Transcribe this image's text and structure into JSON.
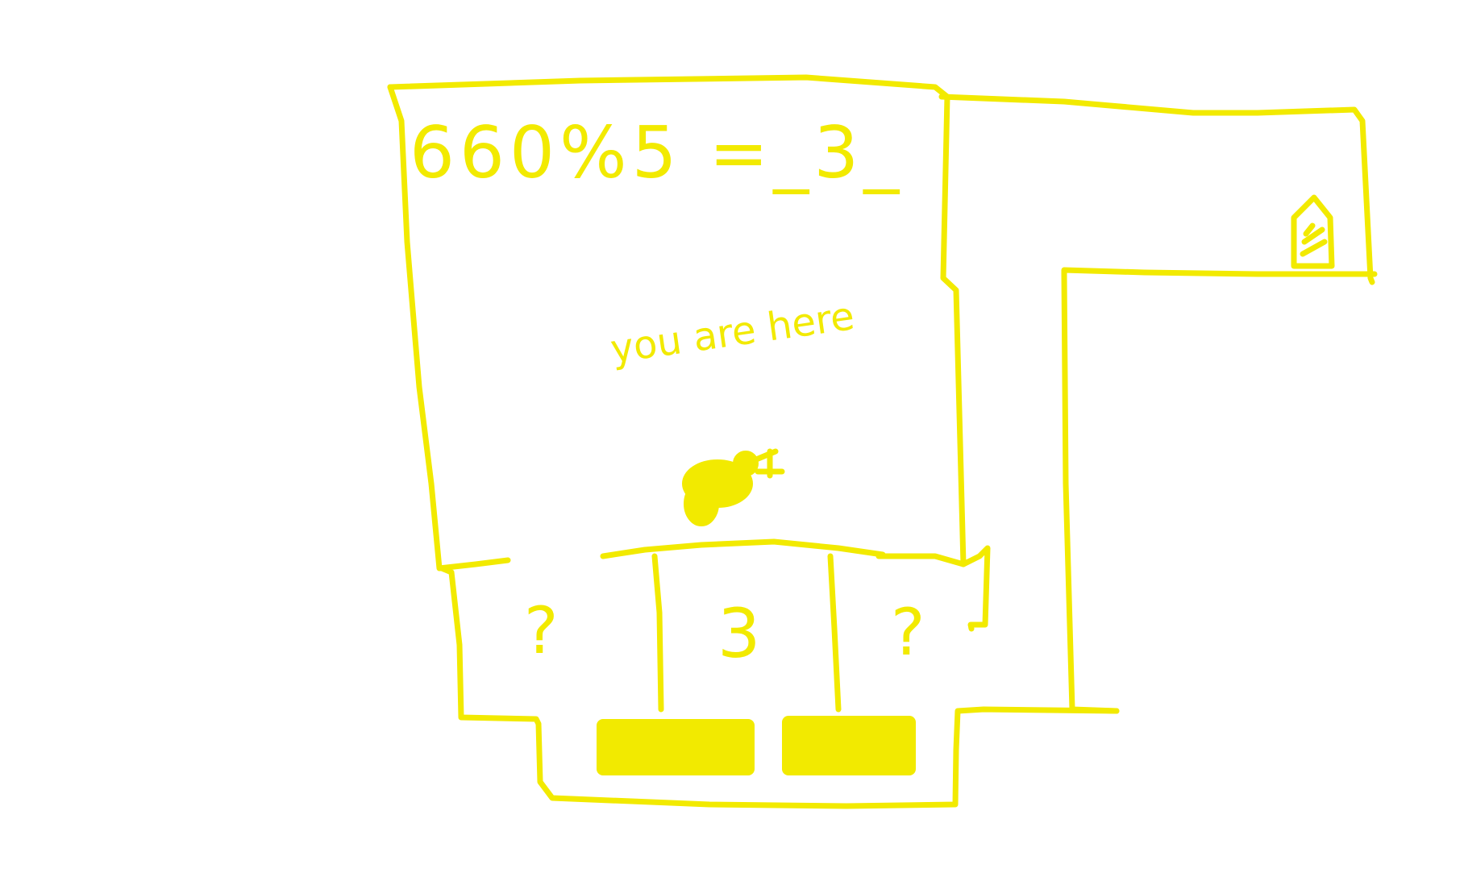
{
  "colors": {
    "ink": "#f2ea00",
    "background": "#ffffff"
  },
  "puzzle": {
    "equation": "660%5 =_3_"
  },
  "marker": {
    "label": "you are here",
    "icon": "player-bee-icon"
  },
  "choices": [
    {
      "label": "?",
      "state": "unknown"
    },
    {
      "label": "3",
      "state": "answer"
    },
    {
      "label": "?",
      "state": "unknown"
    }
  ],
  "exit": {
    "icon": "exit-door-icon"
  }
}
